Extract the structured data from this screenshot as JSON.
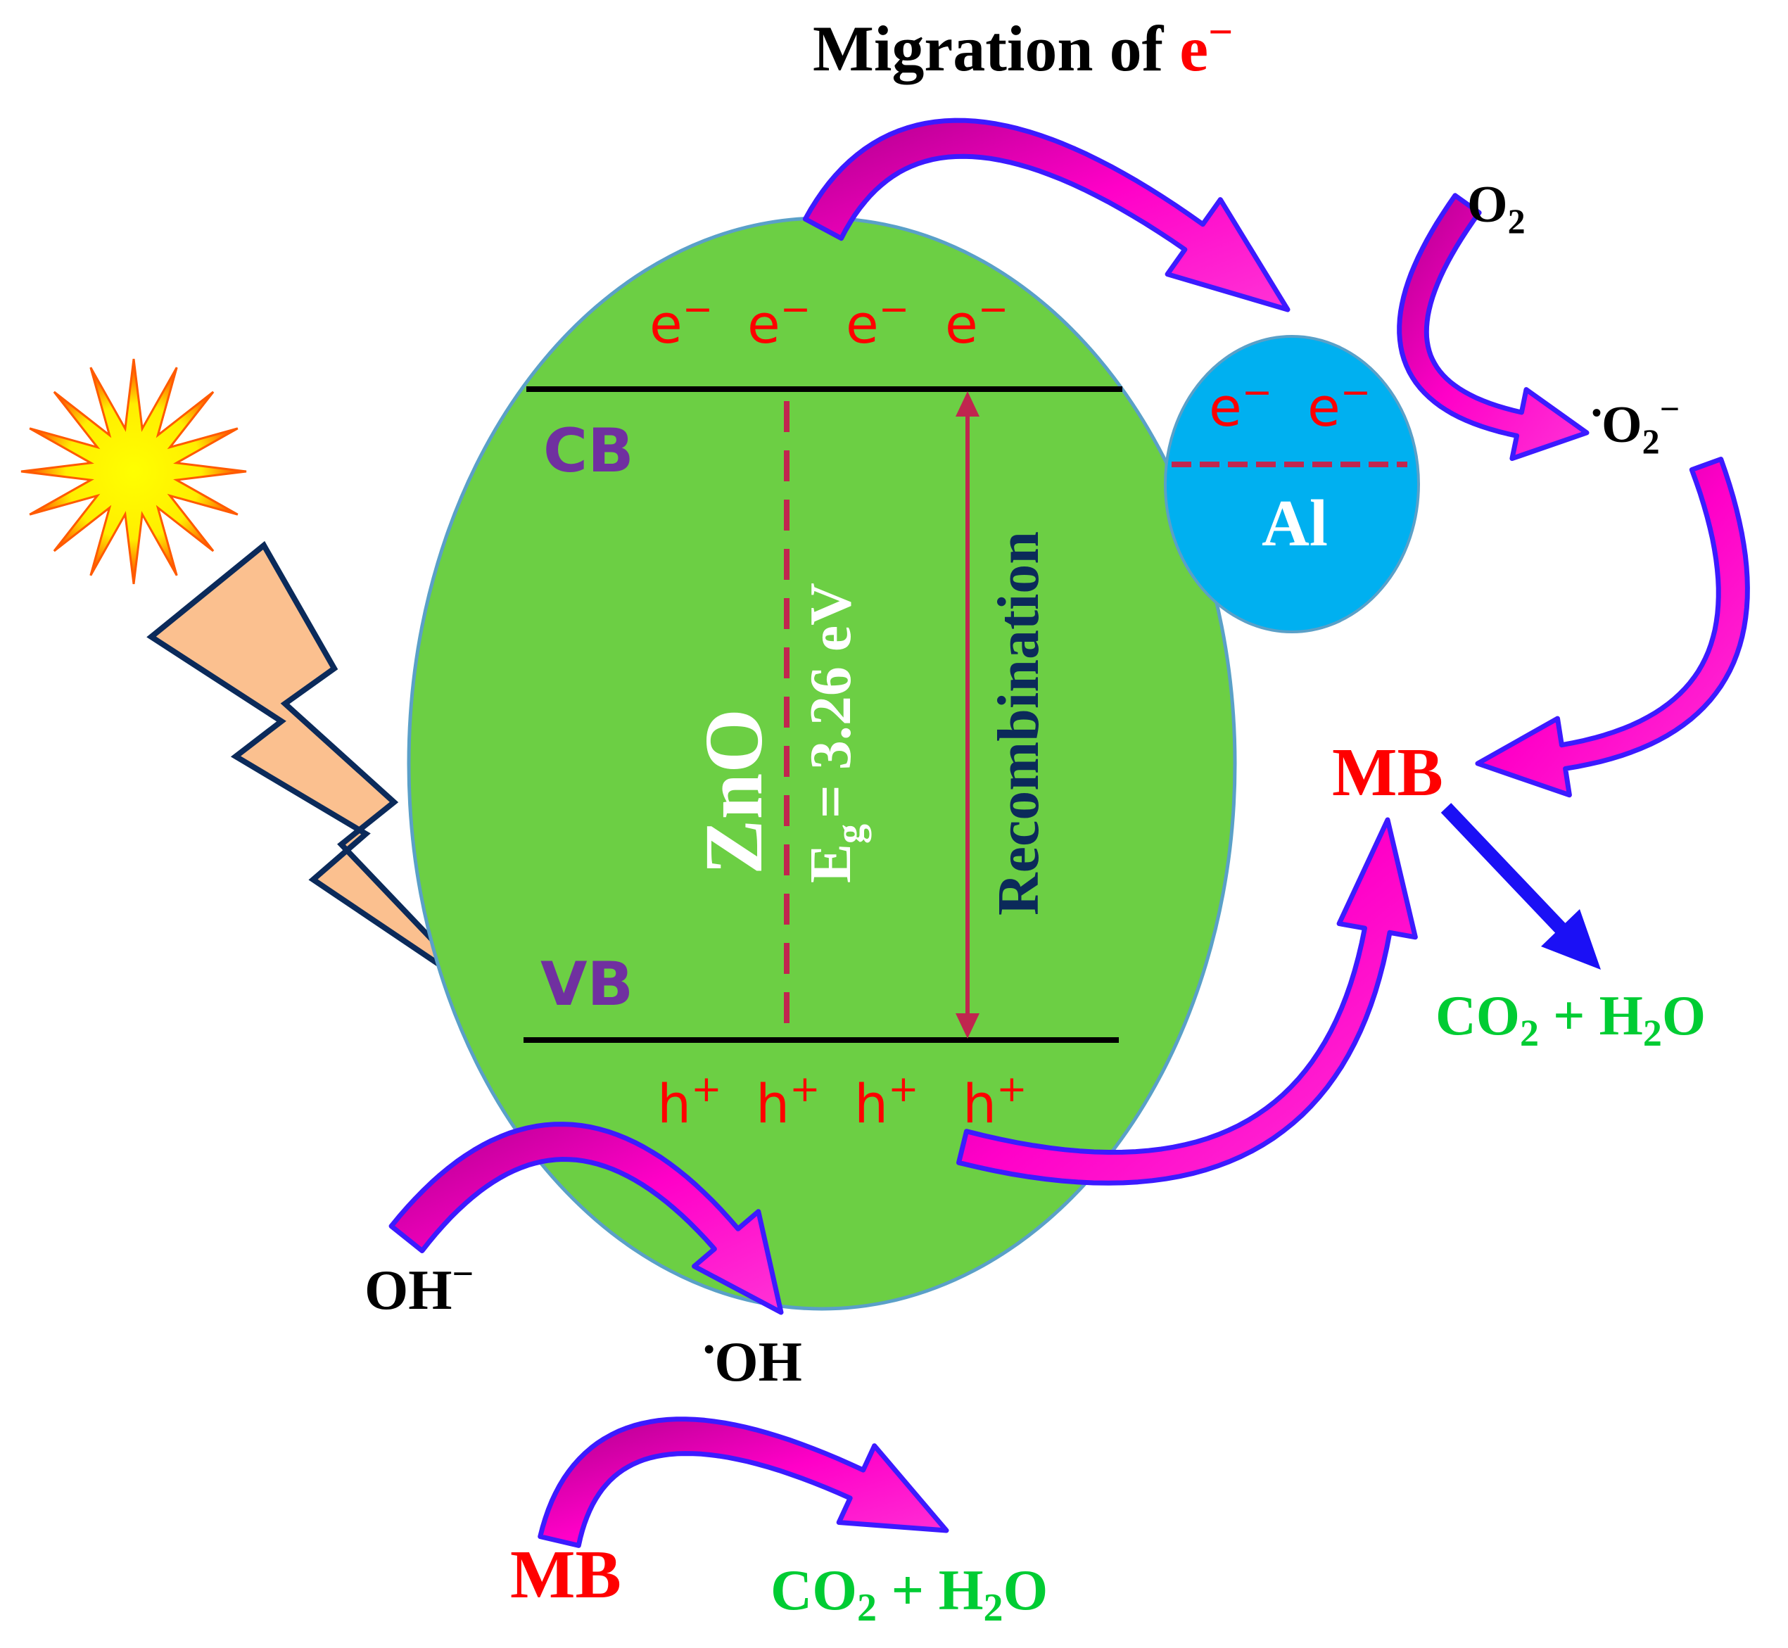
{
  "title": {
    "text": "Migration of ",
    "carrier": "e",
    "charge": "−"
  },
  "semiconductor": {
    "name": "ZnO",
    "gap_symbol": "E",
    "gap_sub": "g",
    "gap_value": "= 3.26 eV"
  },
  "bands": {
    "cb": "CB",
    "vb": "VB"
  },
  "recombination": "Recombination",
  "electrons": {
    "symbol": "e",
    "charge": "−"
  },
  "holes": {
    "symbol": "h",
    "charge": "+"
  },
  "metal": {
    "name": "Al"
  },
  "species": {
    "o2": {
      "base": "O",
      "sub": "2"
    },
    "superoxide": {
      "dot": "•",
      "base": "O",
      "sub": "2",
      "charge": "−"
    },
    "hydroxide": {
      "base": "OH",
      "charge": "−"
    },
    "hydroxyl_radical": {
      "dot": "•",
      "base": "OH"
    },
    "mb": "MB",
    "products": {
      "co": "CO",
      "sub1": "2",
      "mid": " + H",
      "sub2": "2",
      "end": "O"
    }
  },
  "colors": {
    "zno_fill": "#6ccf44",
    "zno_outline": "#5aa0c8",
    "al_fill": "#00b0f0",
    "band_label": "#7030a0",
    "carrier": "#ff0000",
    "recombination_line": "#c0264f",
    "recombination_text": "#0b2a5a",
    "arrow_fill": "#ff00c8",
    "arrow_edge": "#3c1aff",
    "product_green": "#00cc33",
    "mb_red": "#ff0000",
    "bolt_fill": "#fbc08f",
    "bolt_edge": "#0b2a5a",
    "sun_outer": "#ff2a00",
    "sun_inner": "#ffff00"
  },
  "icons": [
    "sun-icon",
    "lightning-bolt-icon"
  ]
}
